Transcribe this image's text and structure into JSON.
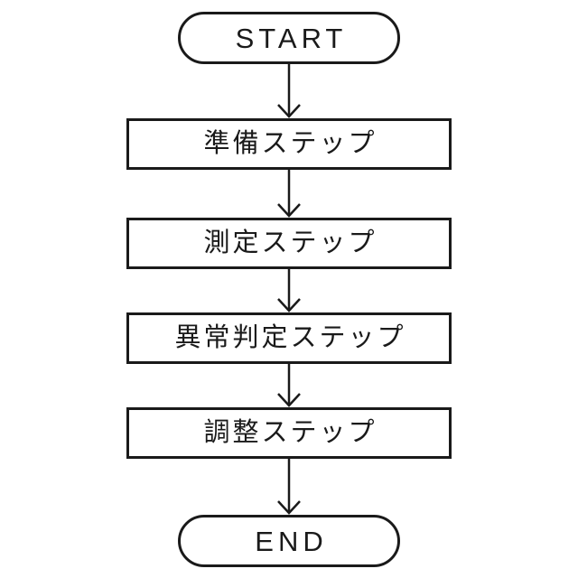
{
  "diagram": {
    "type": "flowchart",
    "direction": "top-down",
    "nodes": [
      {
        "id": "start",
        "shape": "terminal",
        "label": "START"
      },
      {
        "id": "step-preparation",
        "shape": "process",
        "label": "準備ステップ"
      },
      {
        "id": "step-measurement",
        "shape": "process",
        "label": "測定ステップ"
      },
      {
        "id": "step-abnormality-judgment",
        "shape": "process",
        "label": "異常判定ステップ"
      },
      {
        "id": "step-adjustment",
        "shape": "process",
        "label": "調整ステップ"
      },
      {
        "id": "end",
        "shape": "terminal",
        "label": "END"
      }
    ],
    "edges": [
      {
        "from": "start",
        "to": "step-preparation"
      },
      {
        "from": "step-preparation",
        "to": "step-measurement"
      },
      {
        "from": "step-measurement",
        "to": "step-abnormality-judgment"
      },
      {
        "from": "step-abnormality-judgment",
        "to": "step-adjustment"
      },
      {
        "from": "step-adjustment",
        "to": "end"
      }
    ],
    "colors": {
      "line": "#1a1a1a",
      "background": "#ffffff",
      "node_fill": "#ffffff"
    }
  }
}
